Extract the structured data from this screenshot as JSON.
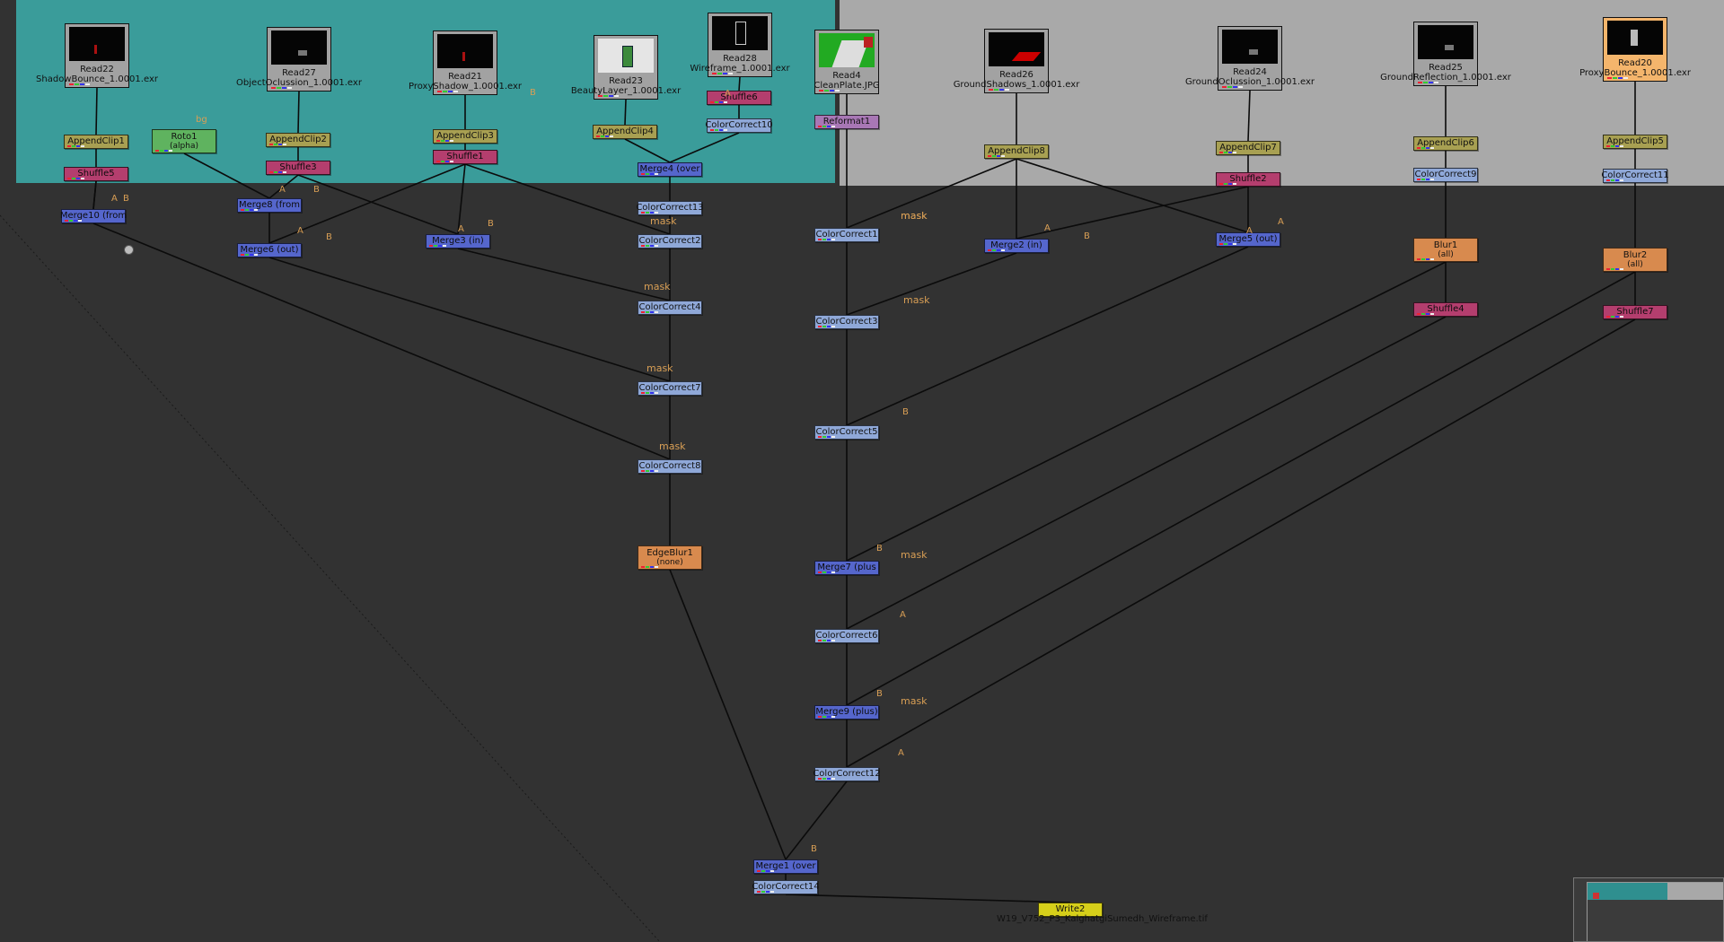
{
  "backdrops": [
    {
      "name": "backdrop-teal",
      "color": "#3a9c9a"
    },
    {
      "name": "backdrop-grey",
      "color": "#a9a9a9"
    }
  ],
  "colors": {
    "canvas": "#323232",
    "edge": "#0b0b0b",
    "tag": "#d99f55",
    "append": "#a8a052",
    "shuffle": "#b43e6e",
    "merge": "#5566cc",
    "colorcorrect": "#8fa8d8",
    "roto": "#5fb35f",
    "reformat": "#a877b5",
    "blur": "#d88a4e",
    "write": "#d6cf1a",
    "read": "#a2a2a2",
    "read_selected": "#f4b56c"
  },
  "reads": [
    {
      "id": "Read22",
      "line1": "Read22",
      "line2": "ShadowBounce_1.0001.exr",
      "thumb": "dark-red"
    },
    {
      "id": "Read27",
      "line1": "Read27",
      "line2": "ObjectOclussion_1.0001.exr",
      "thumb": "dark-object"
    },
    {
      "id": "Read21",
      "line1": "Read21",
      "line2": "ProxyShadow_1.0001.exr",
      "thumb": "dark-red"
    },
    {
      "id": "Read23",
      "line1": "Read23",
      "line2": "BeautyLayer_1.0001.exr",
      "thumb": "beauty"
    },
    {
      "id": "Read28",
      "line1": "Read28",
      "line2": "Wireframe_1.0001.exr",
      "thumb": "wireframe"
    },
    {
      "id": "Read4",
      "line1": "Read4",
      "line2": "CleanPlate.JPG",
      "thumb": "cleanplate"
    },
    {
      "id": "Read26",
      "line1": "Read26",
      "line2": "GroundShadows_1.0001.exr",
      "thumb": "red-shadow"
    },
    {
      "id": "Read24",
      "line1": "Read24",
      "line2": "GroundOclussion_1.0001.exr",
      "thumb": "dark-object"
    },
    {
      "id": "Read25",
      "line1": "Read25",
      "line2": "GroundReflection_1.0001.exr",
      "thumb": "dark-object"
    },
    {
      "id": "Read20",
      "line1": "Read20",
      "line2": "ProxyBounce_1.0001.exr",
      "thumb": "proxy",
      "selected": true
    }
  ],
  "nodes": [
    {
      "id": "AppendClip1",
      "type": "append",
      "label": "AppendClip1"
    },
    {
      "id": "Shuffle5",
      "type": "shuffle",
      "label": "Shuffle5"
    },
    {
      "id": "Merge10",
      "type": "merge",
      "label": "Merge10 (from"
    },
    {
      "id": "Roto1",
      "type": "roto",
      "label": "Roto1",
      "sub": "(alpha)"
    },
    {
      "id": "AppendClip2",
      "type": "append",
      "label": "AppendClip2"
    },
    {
      "id": "Shuffle3",
      "type": "shuffle",
      "label": "Shuffle3"
    },
    {
      "id": "Merge8",
      "type": "merge",
      "label": "Merge8 (from"
    },
    {
      "id": "Merge6",
      "type": "merge",
      "label": "Merge6 (out)"
    },
    {
      "id": "AppendClip3",
      "type": "append",
      "label": "AppendClip3"
    },
    {
      "id": "Shuffle1",
      "type": "shuffle",
      "label": "Shuffle1"
    },
    {
      "id": "Merge3",
      "type": "merge",
      "label": "Merge3 (in)"
    },
    {
      "id": "AppendClip4",
      "type": "append",
      "label": "AppendClip4"
    },
    {
      "id": "Shuffle6",
      "type": "shuffle",
      "label": "Shuffle6"
    },
    {
      "id": "ColorCorrect10",
      "type": "colorcorrect",
      "label": "ColorCorrect10"
    },
    {
      "id": "Merge4",
      "type": "merge",
      "label": "Merge4 (over"
    },
    {
      "id": "ColorCorrect13",
      "type": "colorcorrect",
      "label": "ColorCorrect13"
    },
    {
      "id": "ColorCorrect2",
      "type": "colorcorrect",
      "label": "ColorCorrect2"
    },
    {
      "id": "ColorCorrect4",
      "type": "colorcorrect",
      "label": "ColorCorrect4"
    },
    {
      "id": "ColorCorrect7",
      "type": "colorcorrect",
      "label": "ColorCorrect7"
    },
    {
      "id": "ColorCorrect8",
      "type": "colorcorrect",
      "label": "ColorCorrect8"
    },
    {
      "id": "EdgeBlur1",
      "type": "blur",
      "label": "EdgeBlur1",
      "sub": "(none)"
    },
    {
      "id": "Reformat1",
      "type": "reformat",
      "label": "Reformat1"
    },
    {
      "id": "ColorCorrect1",
      "type": "colorcorrect",
      "label": "ColorCorrect1"
    },
    {
      "id": "ColorCorrect3",
      "type": "colorcorrect",
      "label": "ColorCorrect3"
    },
    {
      "id": "ColorCorrect5",
      "type": "colorcorrect",
      "label": "ColorCorrect5"
    },
    {
      "id": "Merge7",
      "type": "merge",
      "label": "Merge7 (plus"
    },
    {
      "id": "ColorCorrect6",
      "type": "colorcorrect",
      "label": "ColorCorrect6"
    },
    {
      "id": "Merge9",
      "type": "merge",
      "label": "Merge9 (plus)"
    },
    {
      "id": "ColorCorrect12",
      "type": "colorcorrect",
      "label": "ColorCorrect12"
    },
    {
      "id": "AppendClip8",
      "type": "append",
      "label": "AppendClip8"
    },
    {
      "id": "Merge2",
      "type": "merge",
      "label": "Merge2 (in)"
    },
    {
      "id": "AppendClip7",
      "type": "append",
      "label": "AppendClip7"
    },
    {
      "id": "Shuffle2",
      "type": "shuffle",
      "label": "Shuffle2"
    },
    {
      "id": "Merge5",
      "type": "merge",
      "label": "Merge5 (out)"
    },
    {
      "id": "AppendClip6",
      "type": "append",
      "label": "AppendClip6"
    },
    {
      "id": "ColorCorrect9",
      "type": "colorcorrect",
      "label": "ColorCorrect9"
    },
    {
      "id": "Blur1",
      "type": "blur",
      "label": "Blur1",
      "sub": "(all)"
    },
    {
      "id": "Shuffle4",
      "type": "shuffle",
      "label": "Shuffle4"
    },
    {
      "id": "AppendClip5",
      "type": "append",
      "label": "AppendClip5"
    },
    {
      "id": "ColorCorrect11",
      "type": "colorcorrect",
      "label": "ColorCorrect11"
    },
    {
      "id": "Blur2",
      "type": "blur",
      "label": "Blur2",
      "sub": "(all)"
    },
    {
      "id": "Shuffle7",
      "type": "shuffle",
      "label": "Shuffle7"
    },
    {
      "id": "Merge1",
      "type": "merge",
      "label": "Merge1 (over"
    },
    {
      "id": "ColorCorrect14",
      "type": "colorcorrect",
      "label": "ColorCorrect14"
    },
    {
      "id": "Write2",
      "type": "write",
      "label": "Write2"
    }
  ],
  "write_file": "W19_V752_P3_KalghatgiSumedh_Wireframe.tif",
  "edges": [
    [
      "Read22",
      "AppendClip1"
    ],
    [
      "AppendClip1",
      "Shuffle5"
    ],
    [
      "Shuffle5",
      "Merge10"
    ],
    [
      "Shuffle5",
      "Merge10"
    ],
    [
      "Read27",
      "AppendClip2"
    ],
    [
      "AppendClip2",
      "Shuffle3"
    ],
    [
      "Shuffle3",
      "Merge8"
    ],
    [
      "Roto1",
      "Merge8"
    ],
    [
      "Merge8",
      "Merge6"
    ],
    [
      "Shuffle1",
      "Merge6"
    ],
    [
      "Shuffle3",
      "Merge3"
    ],
    [
      "Read21",
      "AppendClip3"
    ],
    [
      "AppendClip3",
      "Shuffle1"
    ],
    [
      "Shuffle1",
      "Merge3"
    ],
    [
      "Shuffle1",
      "ColorCorrect2"
    ],
    [
      "Read23",
      "AppendClip4"
    ],
    [
      "AppendClip4",
      "Merge4"
    ],
    [
      "Read28",
      "Shuffle6"
    ],
    [
      "Shuffle6",
      "ColorCorrect10"
    ],
    [
      "ColorCorrect10",
      "Merge4"
    ],
    [
      "Merge4",
      "ColorCorrect13"
    ],
    [
      "ColorCorrect13",
      "ColorCorrect2"
    ],
    [
      "ColorCorrect2",
      "ColorCorrect4"
    ],
    [
      "ColorCorrect4",
      "ColorCorrect7"
    ],
    [
      "ColorCorrect7",
      "ColorCorrect8"
    ],
    [
      "ColorCorrect8",
      "EdgeBlur1"
    ],
    [
      "Merge3",
      "ColorCorrect4"
    ],
    [
      "Merge6",
      "ColorCorrect7"
    ],
    [
      "Merge10",
      "ColorCorrect8"
    ],
    [
      "Read4",
      "Reformat1"
    ],
    [
      "Reformat1",
      "ColorCorrect1"
    ],
    [
      "ColorCorrect1",
      "ColorCorrect3"
    ],
    [
      "ColorCorrect3",
      "ColorCorrect5"
    ],
    [
      "ColorCorrect5",
      "Merge7"
    ],
    [
      "Merge7",
      "ColorCorrect6"
    ],
    [
      "ColorCorrect6",
      "Merge9"
    ],
    [
      "Merge9",
      "ColorCorrect12"
    ],
    [
      "Read26",
      "AppendClip8"
    ],
    [
      "AppendClip8",
      "ColorCorrect1"
    ],
    [
      "AppendClip8",
      "Merge2"
    ],
    [
      "AppendClip8",
      "Merge5"
    ],
    [
      "Read24",
      "AppendClip7"
    ],
    [
      "AppendClip7",
      "Shuffle2"
    ],
    [
      "Shuffle2",
      "Merge2"
    ],
    [
      "Shuffle2",
      "Merge5"
    ],
    [
      "Merge2",
      "ColorCorrect3"
    ],
    [
      "Merge5",
      "ColorCorrect5"
    ],
    [
      "Read25",
      "AppendClip6"
    ],
    [
      "AppendClip6",
      "ColorCorrect9"
    ],
    [
      "ColorCorrect9",
      "Blur1"
    ],
    [
      "Blur1",
      "Shuffle4"
    ],
    [
      "Blur1",
      "Merge7"
    ],
    [
      "Shuffle4",
      "ColorCorrect6"
    ],
    [
      "Read20",
      "AppendClip5"
    ],
    [
      "AppendClip5",
      "ColorCorrect11"
    ],
    [
      "ColorCorrect11",
      "Blur2"
    ],
    [
      "Blur2",
      "Shuffle7"
    ],
    [
      "Blur2",
      "Merge9"
    ],
    [
      "Shuffle7",
      "ColorCorrect12"
    ],
    [
      "EdgeBlur1",
      "Merge1"
    ],
    [
      "ColorCorrect12",
      "Merge1"
    ],
    [
      "Merge1",
      "ColorCorrect14"
    ],
    [
      "ColorCorrect14",
      "Write2"
    ]
  ],
  "tags": [
    {
      "text": "A",
      "kind": "pipe"
    },
    {
      "text": "B",
      "kind": "pipe"
    },
    {
      "text": "bg",
      "kind": "pipe"
    },
    {
      "text": "A",
      "kind": "pipe"
    },
    {
      "text": "B",
      "kind": "pipe"
    },
    {
      "text": "A",
      "kind": "pipe"
    },
    {
      "text": "B",
      "kind": "pipe"
    },
    {
      "text": "A",
      "kind": "pipe"
    },
    {
      "text": "B",
      "kind": "pipe"
    },
    {
      "text": "B",
      "kind": "pipe"
    },
    {
      "text": "A",
      "kind": "pipe"
    },
    {
      "text": "mask",
      "kind": "mask"
    },
    {
      "text": "mask",
      "kind": "mask"
    },
    {
      "text": "mask",
      "kind": "mask"
    },
    {
      "text": "mask",
      "kind": "mask"
    },
    {
      "text": "mask",
      "kind": "mask"
    },
    {
      "text": "mask",
      "kind": "mask"
    },
    {
      "text": "mask",
      "kind": "mask"
    },
    {
      "text": "B",
      "kind": "pipe"
    },
    {
      "text": "A",
      "kind": "pipe"
    },
    {
      "text": "B",
      "kind": "pipe"
    },
    {
      "text": "A",
      "kind": "pipe"
    },
    {
      "text": "A",
      "kind": "pipe"
    },
    {
      "text": "B",
      "kind": "pipe"
    },
    {
      "text": "mask",
      "kind": "mask"
    },
    {
      "text": "A",
      "kind": "pipe"
    },
    {
      "text": "B",
      "kind": "pipe"
    },
    {
      "text": "mask",
      "kind": "mask"
    },
    {
      "text": "A",
      "kind": "pipe"
    },
    {
      "text": "B",
      "kind": "pipe"
    }
  ],
  "minimap": {
    "label": "navigator"
  }
}
